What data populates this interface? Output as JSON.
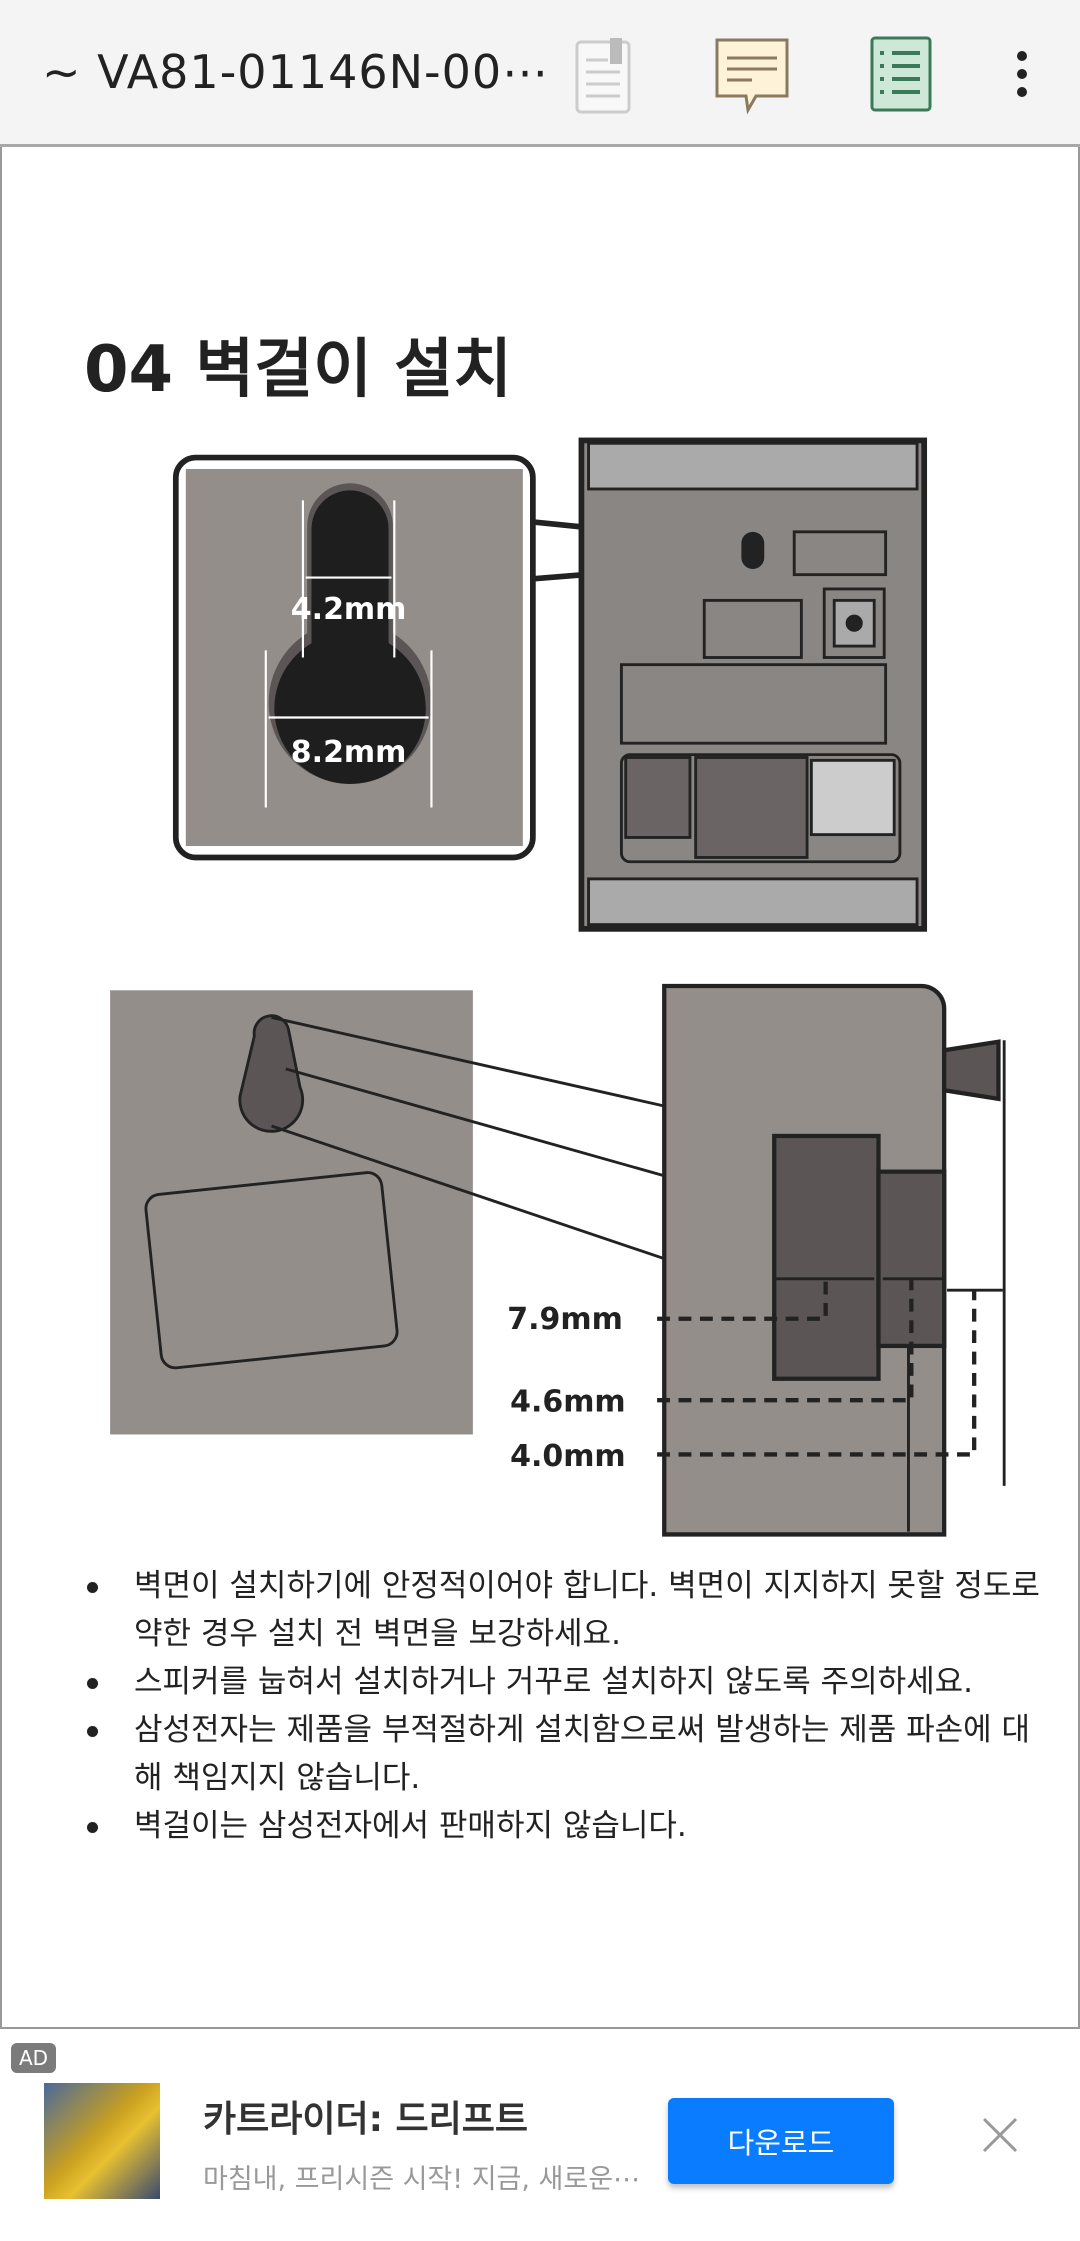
{
  "header": {
    "title": "~ VA81-01146N-00⋯",
    "icons": [
      "bookmark-page-icon",
      "comment-icon",
      "outline-list-icon",
      "more-vert-icon"
    ]
  },
  "doc": {
    "heading": "04 벽걸이 설치",
    "diagram": {
      "hole_small": "4.2mm",
      "hole_large": "8.2mm",
      "d1": "7.9mm",
      "d2": "4.6mm",
      "d3": "4.0mm"
    },
    "bullets": [
      "벽면이 설치하기에 안정적이어야 합니다.  벽면이 지지하지 못할 정도로 약한 경우 설치 전 벽면을 보강하세요.",
      "스피커를 눕혀서 설치하거나 거꾸로 설치하지 않도록 주의하세요.",
      "삼성전자는 제품을 부적절하게 설치함으로써 발생하는 제품 파손에 대해 책임지지 않습니다.",
      "벽걸이는 삼성전자에서 판매하지 않습니다."
    ]
  },
  "ad": {
    "badge": "AD",
    "title": "카트라이더: 드리프트",
    "subtitle": "마침내, 프리시즌 시작! 지금, 새로운⋯",
    "button": "다운로드"
  },
  "colors": {
    "accent": "#0a7cff",
    "panel_gray": "#948e8b"
  }
}
